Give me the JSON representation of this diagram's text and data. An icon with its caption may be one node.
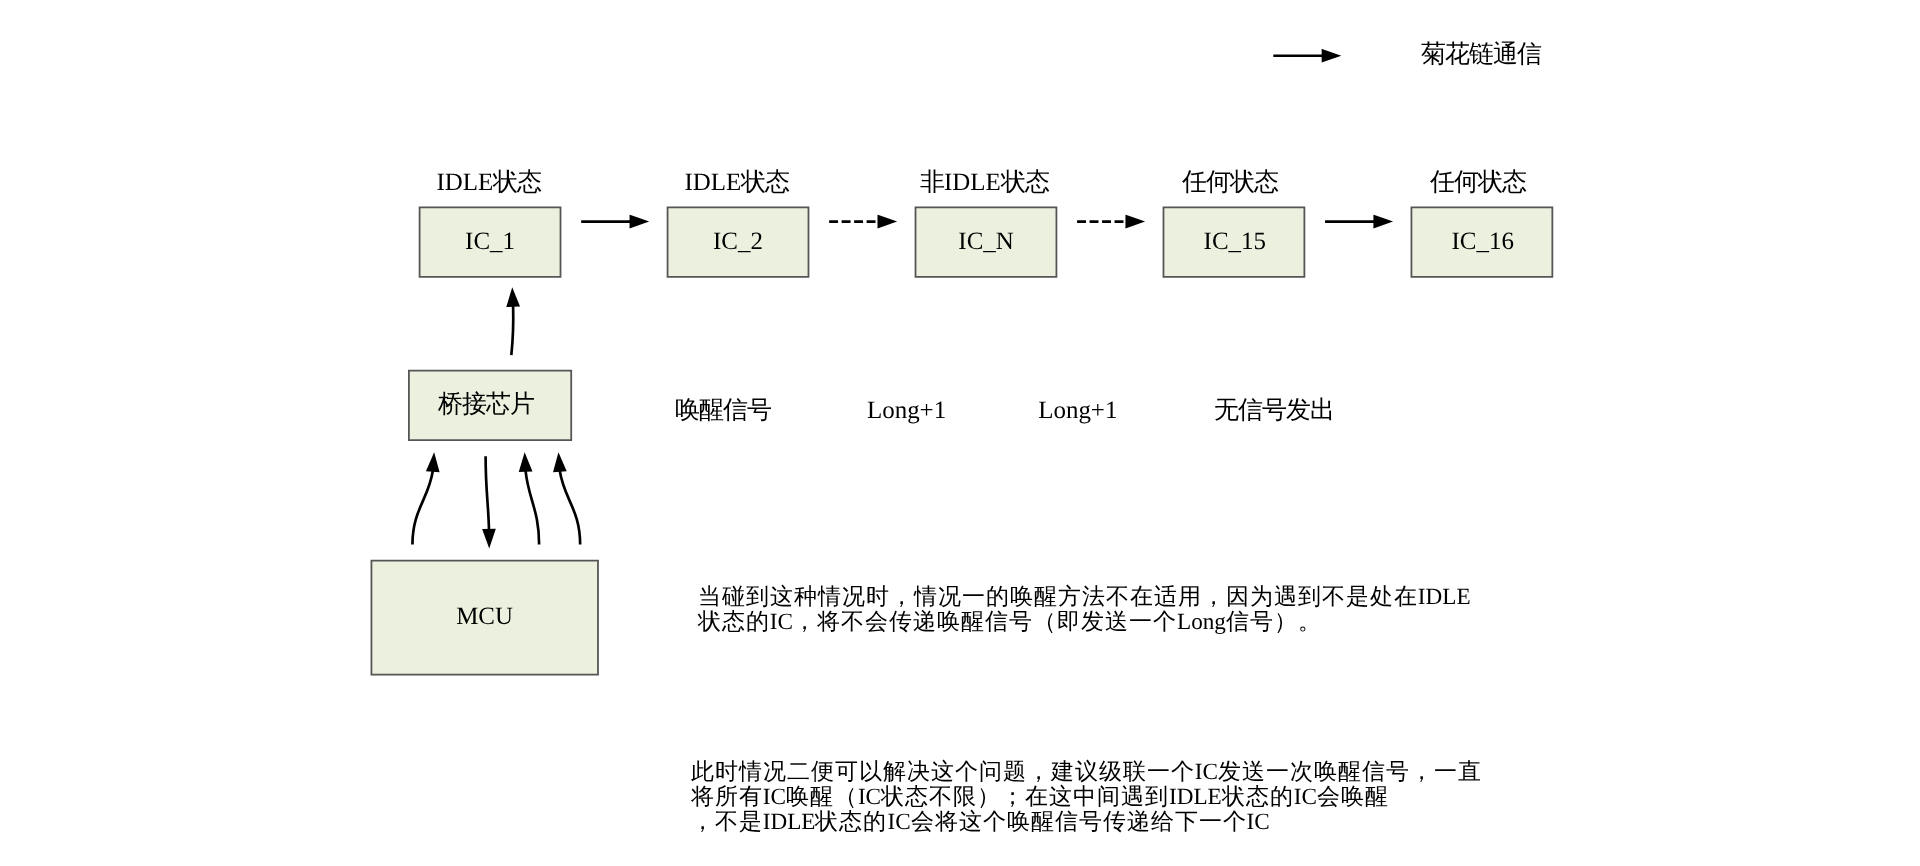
{
  "diagram": {
    "nodes": [
      {
        "text": [
          "IC_1"
        ],
        "beside": [
          "IDLE状态"
        ]
      },
      {
        "text": [
          "IC_2"
        ],
        "beside": [
          "IDLE状态"
        ]
      },
      {
        "text": [
          "IC_N"
        ],
        "beside": [
          "非IDLE状态"
        ]
      },
      {
        "text": [
          "IC_15"
        ],
        "beside": [
          "任何状态"
        ]
      },
      {
        "text": [
          "IC_16"
        ],
        "beside": [
          "任何状态"
        ]
      },
      {
        "text": [
          "桥接芯片"
        ]
      },
      {
        "text": [
          "MCU"
        ]
      }
    ],
    "edges": [
      {
        "from": 0,
        "to": 1,
        "arrow": "to"
      },
      {
        "from": 1,
        "to": 2,
        "arrow": "to",
        "style": "dashed"
      },
      {
        "from": 2,
        "to": 3,
        "arrow": "to",
        "style": "dashed"
      },
      {
        "from": 3,
        "to": 4,
        "arrow": "to"
      },
      {
        "from": 5,
        "to": 0,
        "arrow": "to"
      },
      {
        "from": 6,
        "to": 5,
        "arrow": "to"
      },
      {
        "from": 5,
        "to": 6,
        "arrow": "to"
      },
      {
        "from": 6,
        "to": 5,
        "arrow": "to"
      },
      {
        "from": 6,
        "to": 5,
        "arrow": "to"
      }
    ],
    "labels": [
      "唤醒信号",
      "Long+1",
      "Long+1",
      "无信号发出",
      "当碰到这种情况时，情况一的唤醒方法不在适用，因为遇到不是处在IDLE状态的IC，将不会传递唤醒信号（即发送一个Long信号）。",
      "此时情况二便可以解决这个问题，建议级联一个IC发送一次唤醒信号，一直将所有IC唤醒（IC状态不限）；在这中间遇到IDLE状态的IC会唤醒，不是IDLE状态的IC会将这个唤醒信号传递给下一个IC"
    ],
    "legend": [
      {
        "text": "菊花链通信"
      }
    ]
  }
}
